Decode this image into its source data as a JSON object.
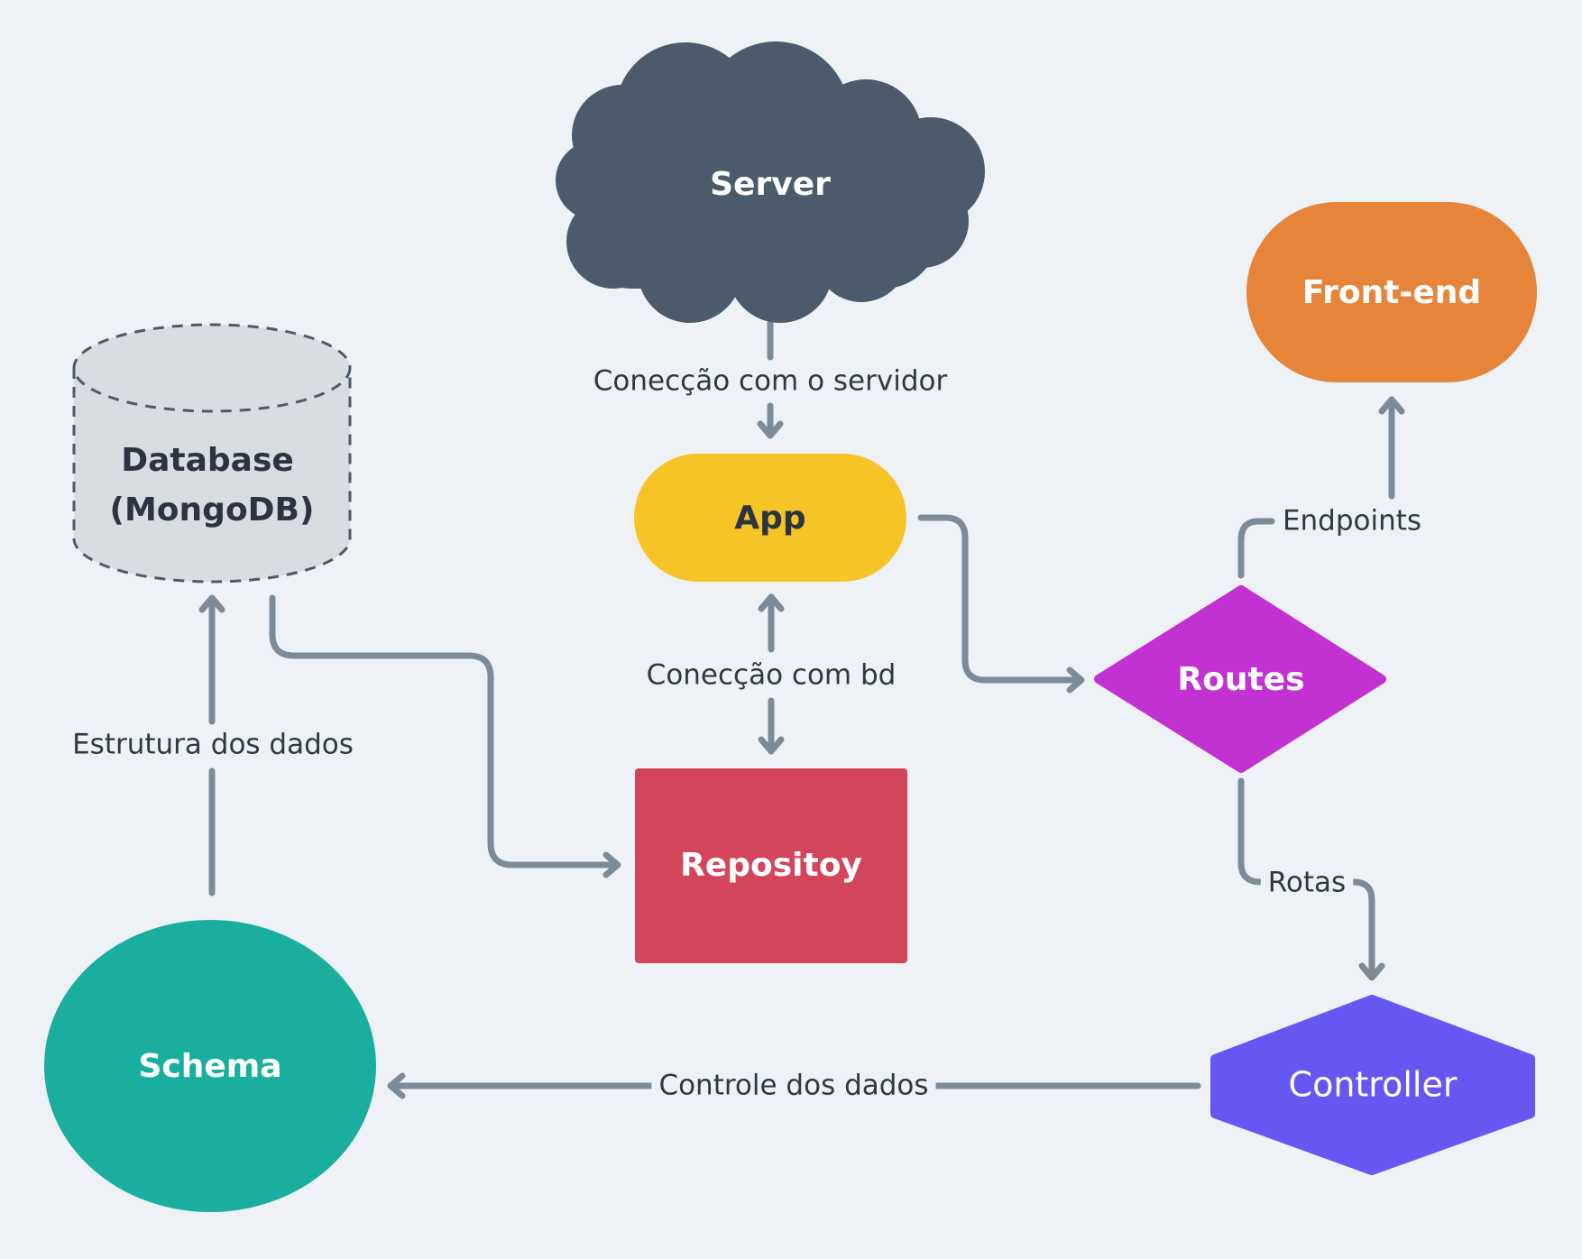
{
  "nodes": {
    "server": {
      "label": "Server",
      "shape": "cloud",
      "color": "#4b5b6b",
      "text_color": "#ffffff"
    },
    "frontend": {
      "label": "Front-end",
      "shape": "stadium",
      "color": "#e6853a",
      "text_color": "#ffffff"
    },
    "database": {
      "label_line1": "Database",
      "label_line2": "(MongoDB)",
      "shape": "cylinder-dashed",
      "color": "#d9dde1",
      "text_color": "#2b3440"
    },
    "app": {
      "label": "App",
      "shape": "stadium",
      "color": "#f6c426",
      "text_color": "#2b3440"
    },
    "routes": {
      "label": "Routes",
      "shape": "diamond",
      "color": "#c231d2",
      "text_color": "#ffffff"
    },
    "repository": {
      "label": "Repositoy",
      "shape": "rectangle",
      "color": "#d3455b",
      "text_color": "#ffffff"
    },
    "schema": {
      "label": "Schema",
      "shape": "circle",
      "color": "#1aae9e",
      "text_color": "#ffffff"
    },
    "controller": {
      "label": "Controller",
      "shape": "hexagon",
      "color": "#6657f2",
      "text_color": "#ffffff"
    }
  },
  "edges": [
    {
      "from": "server",
      "to": "app",
      "label": "Conecção com o servidor"
    },
    {
      "from": "app",
      "to": "repository",
      "label": "Conecção com bd",
      "bidirectional": true
    },
    {
      "from": "app",
      "to": "routes",
      "label": ""
    },
    {
      "from": "routes",
      "to": "frontend",
      "label": "Endpoints"
    },
    {
      "from": "routes",
      "to": "controller",
      "label": "Rotas"
    },
    {
      "from": "controller",
      "to": "schema",
      "label": "Controle dos dados"
    },
    {
      "from": "schema",
      "to": "database",
      "label": "Estrutura dos dados"
    },
    {
      "from": "database",
      "to": "repository",
      "label": ""
    }
  ],
  "colors": {
    "background": "#eef2f6",
    "edge": "#7d8a98",
    "edge_label": "#2e3945"
  }
}
